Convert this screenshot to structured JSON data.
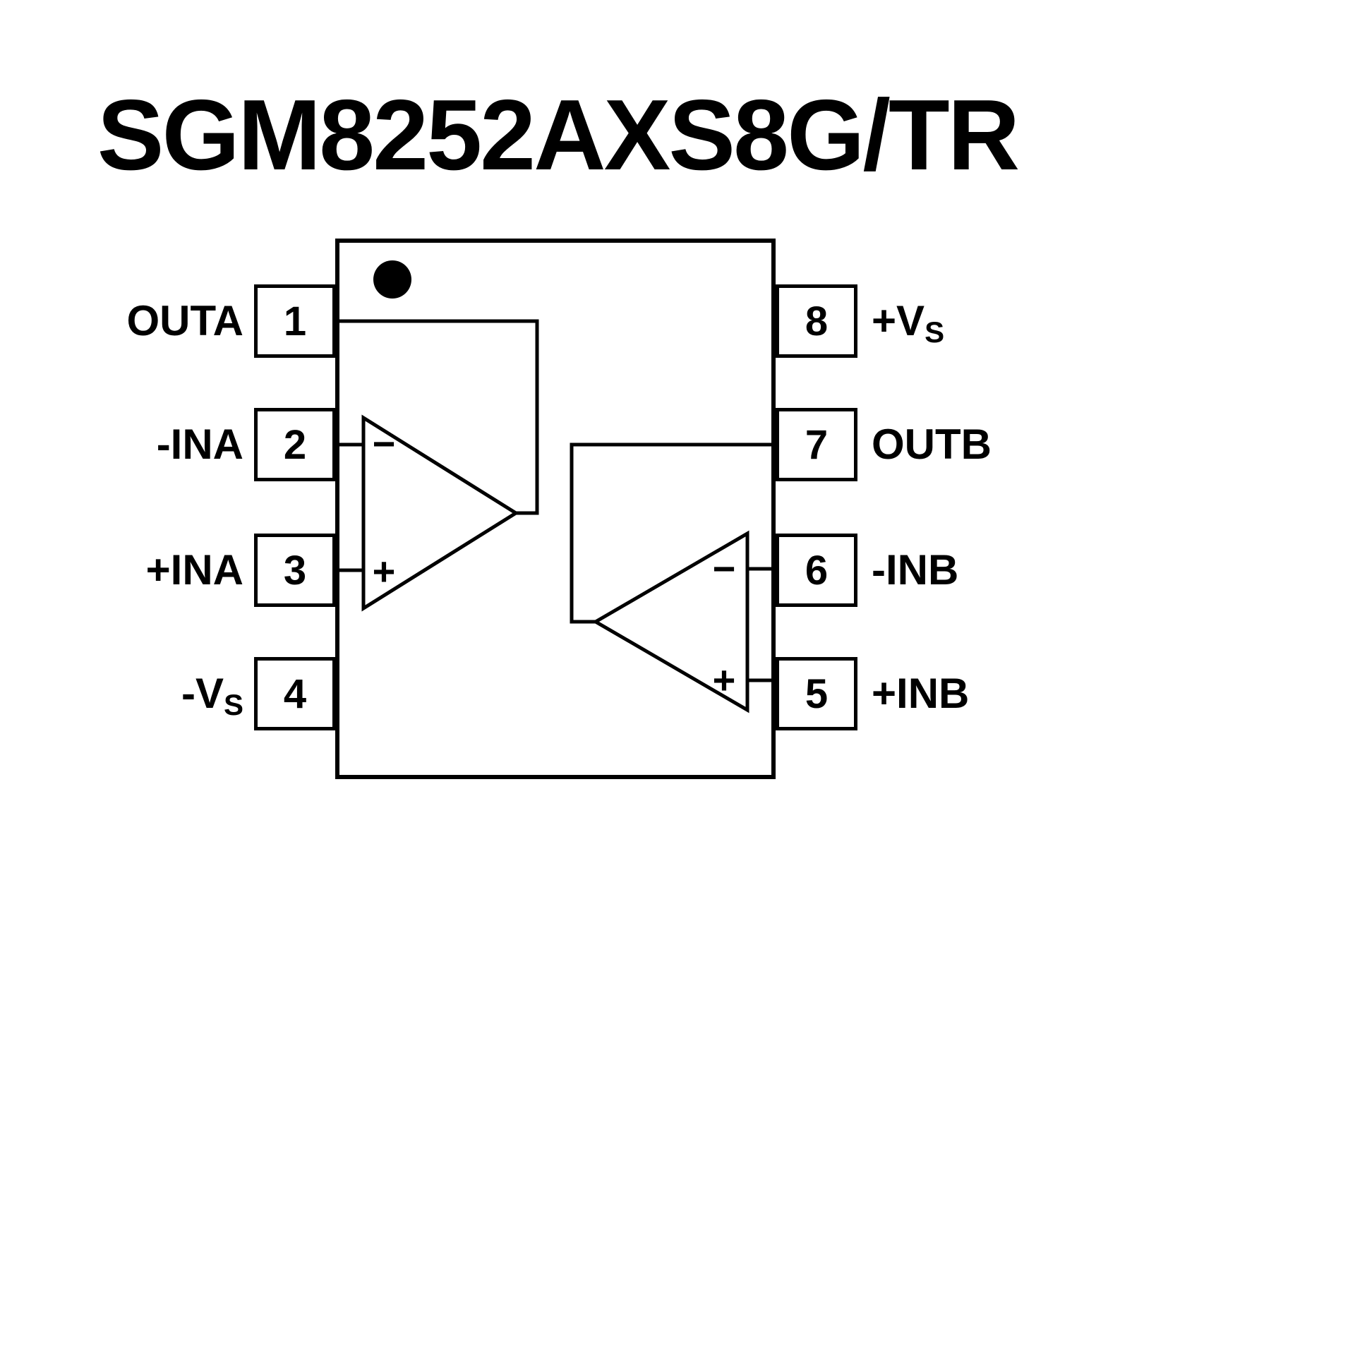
{
  "title": "SGM8252AXS8G/TR",
  "colors": {
    "line": "#000000",
    "background": "#ffffff"
  },
  "ic": {
    "left_pins": [
      {
        "number": "1",
        "label": "OUTA",
        "sub": ""
      },
      {
        "number": "2",
        "label": "-INA",
        "sub": ""
      },
      {
        "number": "3",
        "label": "+INA",
        "sub": ""
      },
      {
        "number": "4",
        "label": "-V",
        "sub": "S"
      }
    ],
    "right_pins": [
      {
        "number": "8",
        "label": "+V",
        "sub": "S"
      },
      {
        "number": "7",
        "label": "OUTB",
        "sub": ""
      },
      {
        "number": "6",
        "label": "-INB",
        "sub": ""
      },
      {
        "number": "5",
        "label": "+INB",
        "sub": ""
      }
    ],
    "opamp_a": {
      "minus": "−",
      "plus": "+"
    },
    "opamp_b": {
      "minus": "−",
      "plus": "+"
    }
  }
}
